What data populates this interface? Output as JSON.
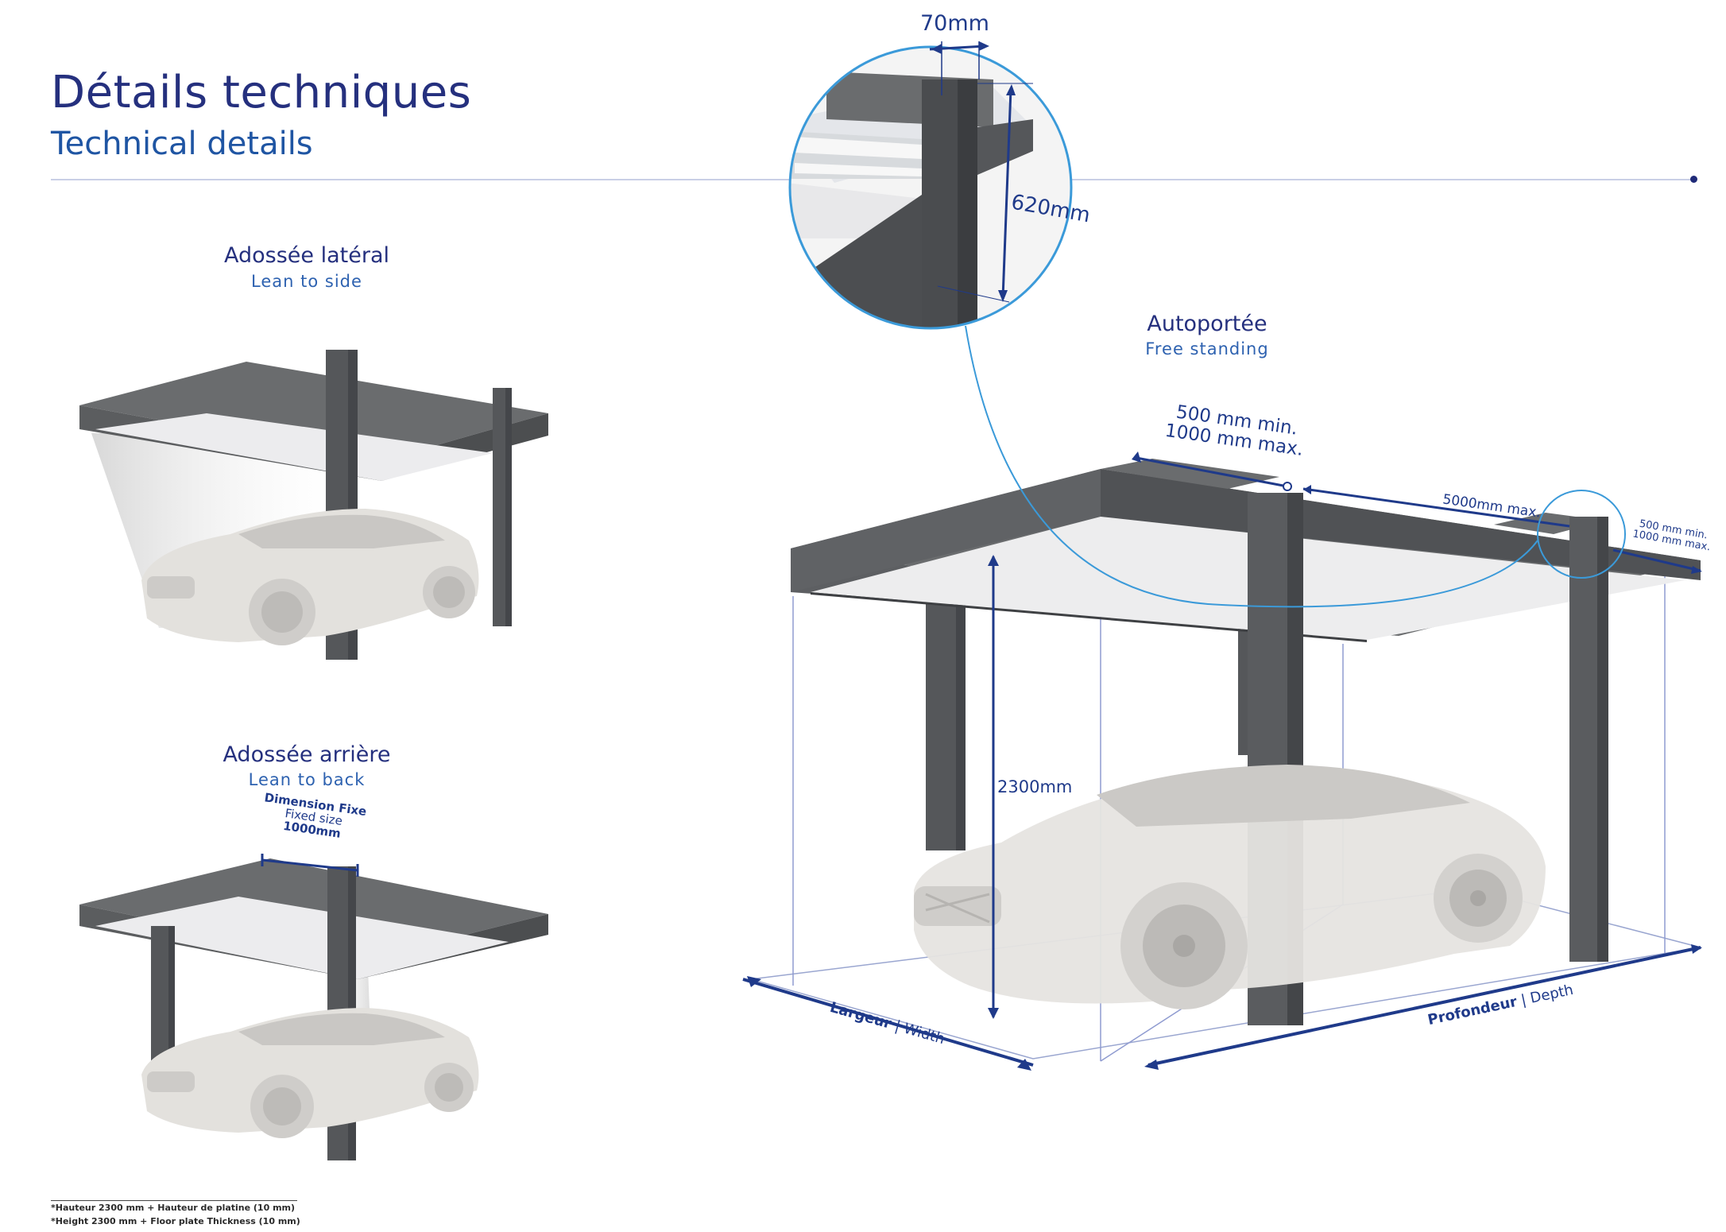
{
  "header": {
    "title_fr": "Détails techniques",
    "title_en": "Technical details"
  },
  "sections": {
    "lean_side": {
      "fr": "Adossée latéral",
      "en": "Lean to side"
    },
    "lean_back": {
      "fr": "Adossée arrière",
      "en": "Lean to back"
    },
    "free": {
      "fr": "Autoportée",
      "en": "Free standing"
    }
  },
  "dimensions": {
    "beam_width": "70mm",
    "beam_height": "620mm",
    "overhang_min": "500 mm min.",
    "overhang_max": "1000 mm max.",
    "span_max": "5000mm max.",
    "side_min": "500 mm min.",
    "side_max": "1000 mm max.",
    "height": "2300mm",
    "width_fr": "Largeur",
    "width_en": "Width",
    "depth_fr": "Profondeur",
    "depth_en": "Depth",
    "fixed_fr": "Dimension Fixe",
    "fixed_en": "Fixed size",
    "fixed_val": "1000mm"
  },
  "footnotes": {
    "fr": "*Hauteur 2300 mm + Hauteur de platine (10 mm)",
    "en": "*Height 2300 mm + Floor plate Thickness (10 mm)"
  },
  "colors": {
    "frame": "#5f6163",
    "frame_dark": "#46484a",
    "accent": "#1f3a8a",
    "zoom": "#3b9ad9"
  }
}
